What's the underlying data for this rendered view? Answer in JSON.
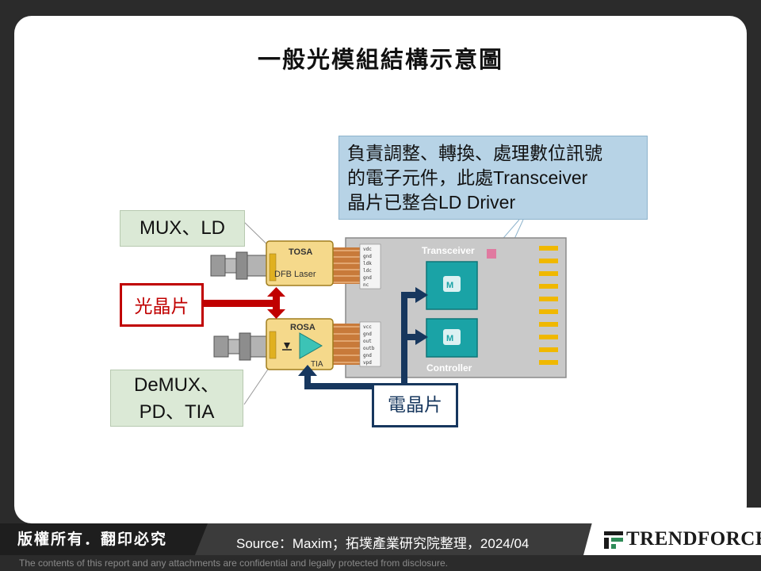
{
  "title": "一般光模組結構示意圖",
  "labels": {
    "mux_ld": "MUX、LD",
    "optical_chip": "光晶片",
    "demux_line1": "DeMUX、",
    "demux_line2": "PD、TIA",
    "electrical_chip": "電晶片",
    "desc_line1": "負責調整、轉換、處理數位訊號",
    "desc_line2": "的電子元件，此處Transceiver",
    "desc_line3": "晶片已整合LD Driver"
  },
  "diagram": {
    "tosa": "TOSA",
    "dfb_laser": "DFB Laser",
    "rosa": "ROSA",
    "tia": "TIA",
    "transceiver": "Transceiver",
    "controller": "Controller",
    "tosa_pins": [
      "vdc",
      "gnd",
      "ldk",
      "ldc",
      "gnd",
      "nc"
    ],
    "rosa_pins": [
      "vcc",
      "gnd",
      "out",
      "outb",
      "gnd",
      "vpd"
    ]
  },
  "footer": {
    "rights": "版權所有．翻印必究",
    "source": "Source：Maxim；拓墣產業研究院整理，2024/04",
    "brand": "TRENDFORCE",
    "disclaimer": "The contents of this report and any attachments are confidential and legally protected from disclosure."
  },
  "colors": {
    "optical_arrow": "#c00000",
    "electrical_arrow": "#17375e",
    "label_green": "#dbe9d6",
    "desc_blue": "#b7d3e6"
  }
}
